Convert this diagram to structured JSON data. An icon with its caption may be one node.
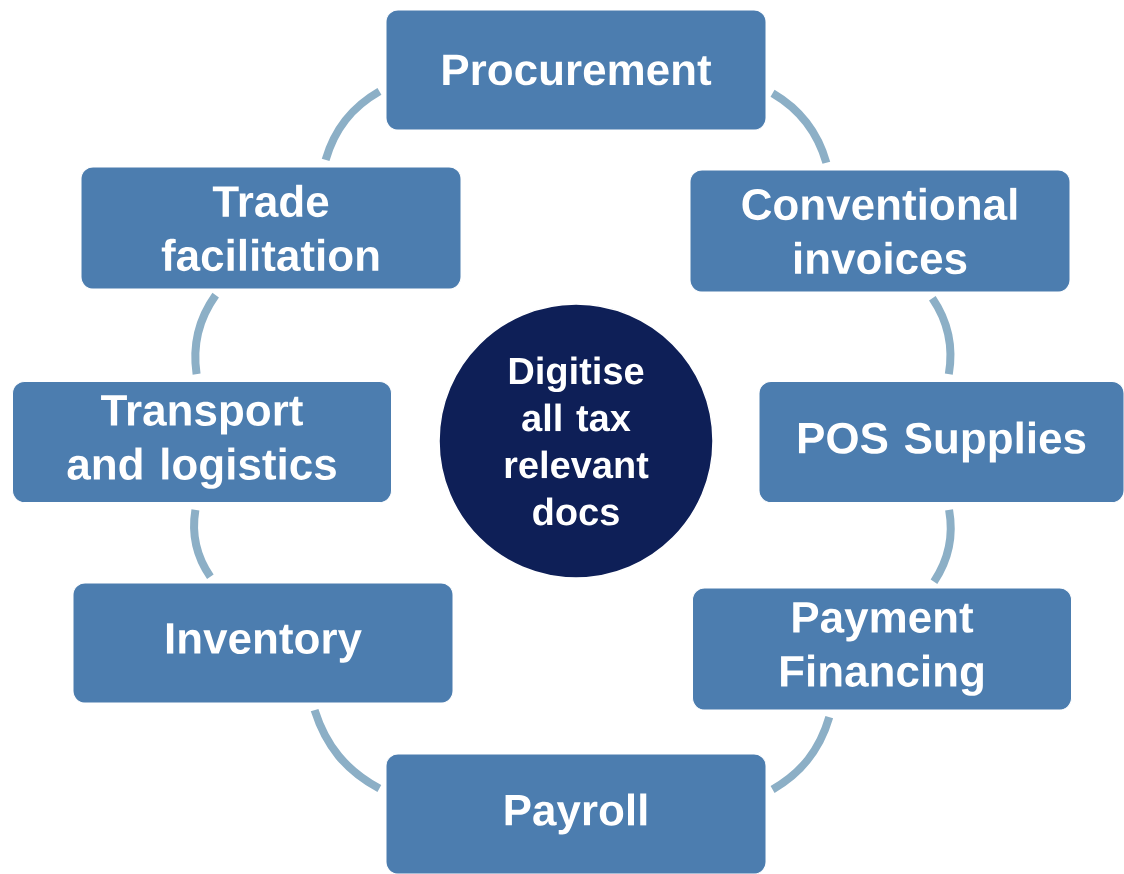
{
  "diagram": {
    "nodes": [
      {
        "text": [
          "Procurement"
        ]
      },
      {
        "text": [
          "Conventional invoices"
        ]
      },
      {
        "text": [
          "POS Supplies"
        ]
      },
      {
        "text": [
          "Payment Financing"
        ]
      },
      {
        "text": [
          "Payroll"
        ]
      },
      {
        "text": [
          "Inventory"
        ]
      },
      {
        "text": [
          "Transport and logistics"
        ]
      },
      {
        "text": [
          "Trade facilitation"
        ]
      },
      {
        "text": [
          "Digitise all tax relevant docs"
        ]
      }
    ],
    "edges": [
      {
        "from": 0,
        "to": 1,
        "arrow": "none"
      },
      {
        "from": 1,
        "to": 2,
        "arrow": "none"
      },
      {
        "from": 2,
        "to": 3,
        "arrow": "none"
      },
      {
        "from": 3,
        "to": 4,
        "arrow": "none"
      },
      {
        "from": 4,
        "to": 5,
        "arrow": "none"
      },
      {
        "from": 5,
        "to": 6,
        "arrow": "none"
      },
      {
        "from": 6,
        "to": 7,
        "arrow": "none"
      },
      {
        "from": 7,
        "to": 0,
        "arrow": "none"
      }
    ]
  }
}
